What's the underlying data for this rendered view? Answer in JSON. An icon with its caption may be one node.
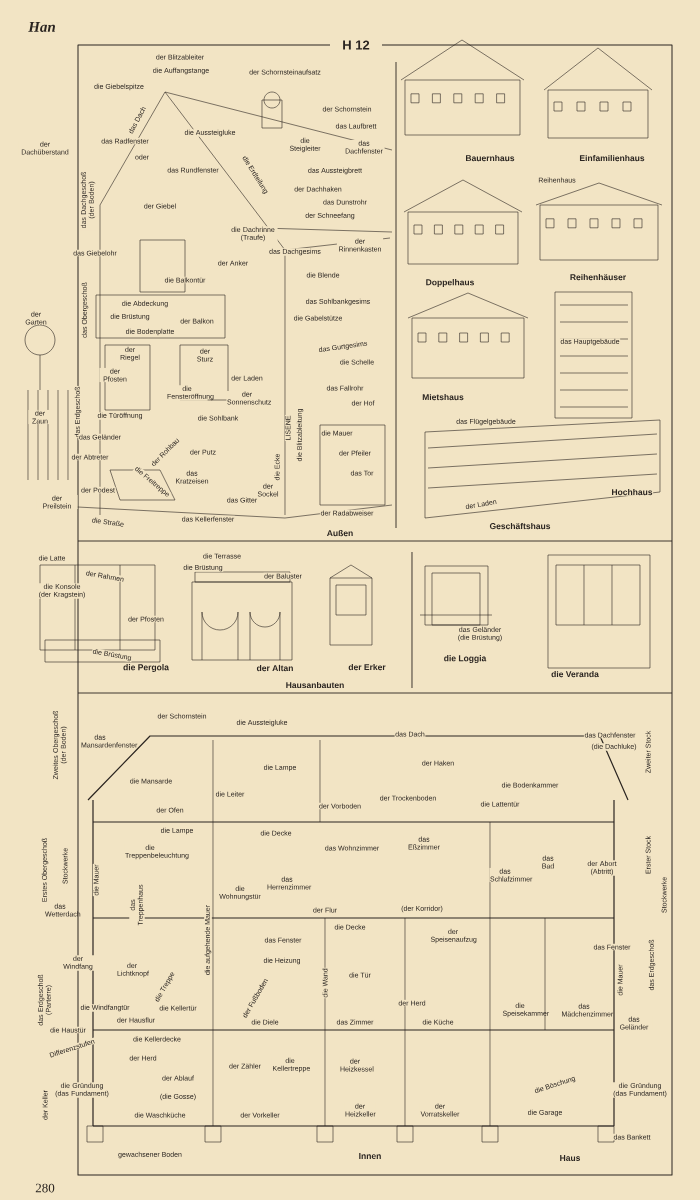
{
  "diagram": {
    "title": "H 12",
    "labels": [
      "Han",
      "der Blitzableiter",
      "die Auffangstange",
      "der Schornsteinaufsatz",
      "die Giebelspitze",
      "das Dach",
      "der Schornstein",
      "das Laufbrett",
      "der Dachüberstand",
      "das Radfenster",
      "die Aussteigluke",
      "die Steigleiter",
      "das Dachfenster",
      "oder",
      "die Erdteilung",
      "das Rundfenster",
      "das Aussteigbrett",
      "das Dachgeschoß (der Boden)",
      "der Dachhaken",
      "das Dunstrohr",
      "der Giebel",
      "der Schneefang",
      "die Dachrinne (Traufe)",
      "der Rinnenkasten",
      "das Giebelohr",
      "das Dachgesims",
      "der Anker",
      "das Obergeschoß",
      "die Balkontür",
      "die Blende",
      "die Abdeckung",
      "das Sohlbankgesims",
      "der Garten",
      "die Brüstung",
      "der Balkon",
      "die Gabelstütze",
      "die Bodenplatte",
      "das Gurtgesims",
      "der Riegel",
      "der Sturz",
      "die Schelle",
      "der Pfosten",
      "der Laden",
      "das Fallrohr",
      "die Fensteröffnung",
      "der Sonnenschutz",
      "der Hof",
      "der Zaun",
      "die Türöffnung",
      "die Sohlbank",
      "das Erdgeschoß",
      "die Ecke",
      "LISENE",
      "die Blitzableitung",
      "das Geländer",
      "die Mauer",
      "der Rohbau",
      "der Putz",
      "der Pfeiler",
      "der Abtreter",
      "das Tor",
      "die Freitreppe",
      "das Kratzeisen",
      "der Sockel",
      "der Preilstein",
      "der Podest",
      "das Gitter",
      "der Radabweiser",
      "die Straße",
      "das Kellerfenster",
      "Außen",
      "Bauernhaus",
      "Einfamilienhaus",
      "Reihenhaus",
      "Doppelhaus",
      "Reihenhäuser",
      "Mietshaus",
      "das Hauptgebäude",
      "das Flügelgebäude",
      "Hochhaus",
      "der Laden",
      "Geschäftshaus",
      "die Latte",
      "der Rahmen",
      "die Konsole (der Kragstein)",
      "die Terrasse",
      "die Brüstung",
      "der Baluster",
      "der Pfosten",
      "das Geländer (die Brüstung)",
      "die Brüstung",
      "die Pergola",
      "der Altan",
      "der Erker",
      "die Loggia",
      "die Veranda",
      "Hausanbauten",
      "Zweites Obergeschoß (der Boden)",
      "der Schornstein",
      "die Aussteigluke",
      "das Mansardenfenster",
      "das Dach",
      "das Dachfenster",
      "(die Dachluke)",
      "Zweiter Stock",
      "die Mansarde",
      "die Lampe",
      "der Haken",
      "die Bodenkammer",
      "die Leiter",
      "der Trockenboden",
      "der Ofen",
      "der Vorboden",
      "die Lattentür",
      "Erstes Obergeschoß",
      "Stockwerke",
      "die Lampe",
      "die Decke",
      "das Wohnzimmer",
      "das Eßzimmer",
      "die Treppenbeleuchtung",
      "das Schlafzimmer",
      "das Bad",
      "der Abort (Abtritt)",
      "Erster Stock",
      "die Mauer",
      "die Wohnungstür",
      "das Herrenzimmer",
      "Stockwerke",
      "das Wetterdach",
      "das Treppenhaus",
      "der Flur",
      "(der Korridor)",
      "die aufgehende Mauer",
      "das Fenster",
      "die Decke",
      "der Speisenaufzug",
      "das Fenster",
      "der Windfang",
      "das Erdgeschoß (Parterre)",
      "der Lichtknopf",
      "die Treppe",
      "die Heizung",
      "die Wand",
      "die Tür",
      "der Fußboden",
      "der Herd",
      "die Speisekammer",
      "das Mädchenzimmer",
      "die Mauer",
      "das Erdgeschoß",
      "die Windfangtür",
      "die Kellertür",
      "der Hausflur",
      "die Haustür",
      "die Diele",
      "das Zimmer",
      "die Küche",
      "das Geländer",
      "die Kellerdecke",
      "Differenzstufen",
      "der Herd",
      "der Zähler",
      "die Kellertreppe",
      "der Heizkessel",
      "der Ablauf",
      "die Gründung (das Fundament)",
      "die Böschung",
      "die Gründung (das Fundament)",
      "(die Gosse)",
      "der Keller",
      "die Waschküche",
      "der Vorkeller",
      "der Heizkeller",
      "der Vorratskeller",
      "die Garage",
      "das Bankett",
      "gewachsener Boden",
      "Innen",
      "Haus",
      "280"
    ]
  }
}
